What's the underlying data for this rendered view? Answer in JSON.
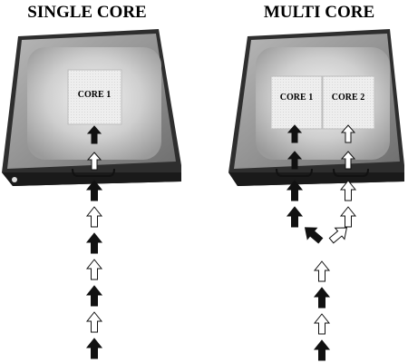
{
  "titles": {
    "single": "SINGLE CORE",
    "multi": "MULTI CORE"
  },
  "cores": {
    "single_core_1": "CORE 1",
    "multi_core_1": "CORE 1",
    "multi_core_2": "CORE 2"
  },
  "single_stream": [
    "black",
    "white",
    "black",
    "white",
    "black",
    "white",
    "black"
  ],
  "multi_left_stream": [
    "black",
    "black"
  ],
  "multi_right_stream": [
    "white",
    "white"
  ],
  "multi_merged_stream": [
    "white",
    "black",
    "white",
    "black"
  ],
  "colors": {
    "arrow_dark": "#111111",
    "arrow_light": "#ffffff",
    "socket_dark": "#2b2b2b",
    "package": "#9e9e9e",
    "heatspreader": "#c9c9c9",
    "die": "#ececec"
  }
}
